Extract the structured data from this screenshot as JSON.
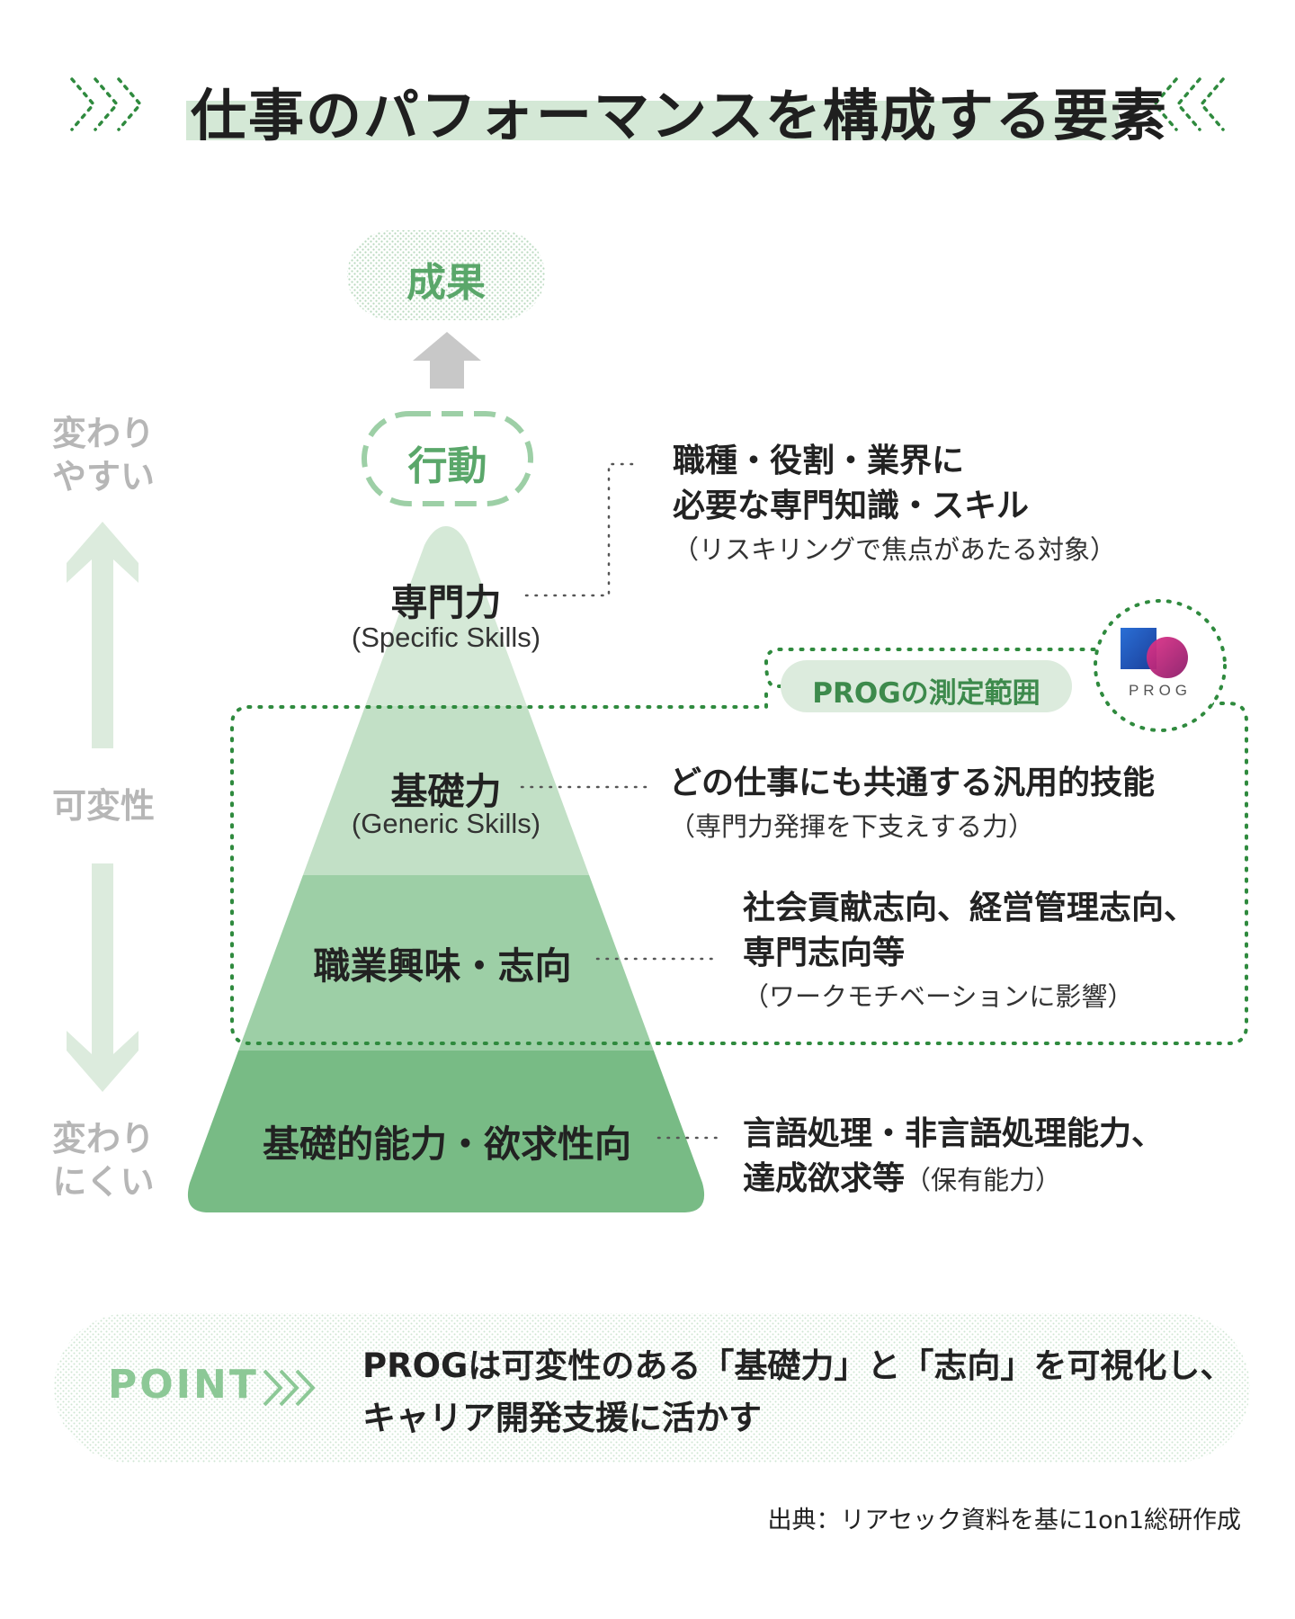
{
  "title": "仕事のパフォーマンスを構成する要素",
  "scale": {
    "top_line1": "変わり",
    "top_line2": "やすい",
    "middle": "可変性",
    "bottom_line1": "変わり",
    "bottom_line2": "にくい"
  },
  "outcome_label": "成果",
  "action_label": "行動",
  "pyramid": [
    {
      "label": "専門力",
      "sub": "(Specific Skills)"
    },
    {
      "label": "基礎力",
      "sub": "(Generic Skills)"
    },
    {
      "label": "職業興味・志向",
      "sub": ""
    },
    {
      "label": "基礎的能力・欲求性向",
      "sub": ""
    }
  ],
  "descriptions": {
    "specific": {
      "line1": "職種・役割・業界に",
      "line2": "必要な専門知識・スキル",
      "note": "（リスキリングで焦点があたる対象）"
    },
    "generic": {
      "line1": "どの仕事にも共通する汎用的技能",
      "note": "（専門力発揮を下支えする力）"
    },
    "interest": {
      "line1": "社会貢献志向、経営管理志向、",
      "line2": "専門志向等",
      "note": "（ワークモチベーションに影響）"
    },
    "basic": {
      "line1": "言語処理・非言語処理能力、",
      "line2": "達成欲求等",
      "note": "（保有能力）"
    }
  },
  "prog_scope_label": "PROGの測定範囲",
  "prog_logo_text": "PROG",
  "point": {
    "label": "POINT",
    "line1": "PROGは可変性のある「基礎力」と「志向」を可視化し、",
    "line2": "キャリア開発支援に活かす"
  },
  "source": "出典：リアセック資料を基に1on1総研作成",
  "colors": {
    "accent": "#3d8a4c",
    "tier1": "#d5e9d7",
    "tier2": "#c2e0c6",
    "tier3": "#9dcfa6",
    "tier4": "#78bb85",
    "arrow": "#dcebdd",
    "gray_arrow": "#c8c8c8",
    "dots": "#2f8a3e"
  }
}
